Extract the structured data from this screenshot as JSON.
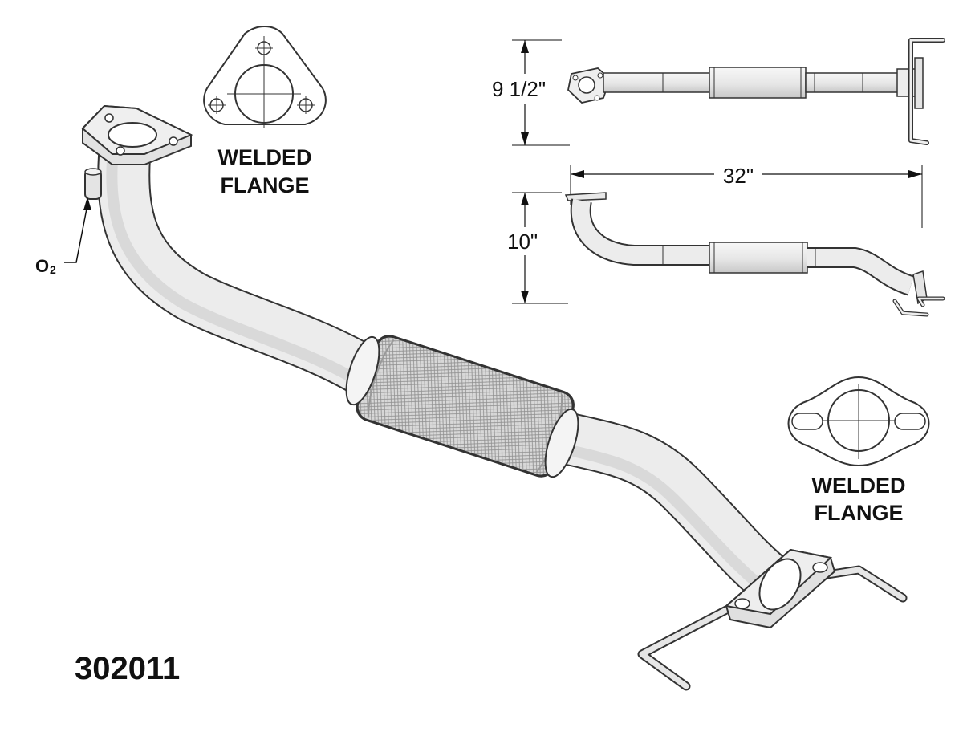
{
  "part_number": "302011",
  "callouts": {
    "inlet_flange_line1": "WELDED",
    "inlet_flange_line2": "FLANGE",
    "outlet_flange_line1": "WELDED",
    "outlet_flange_line2": "FLANGE",
    "o2_sensor": "O",
    "o2_subscript": "2"
  },
  "dimensions": {
    "top_view_height": "9 1/2\"",
    "side_view_height": "10\"",
    "overall_length": "32\""
  },
  "colors": {
    "line": "#222222",
    "pipe_fill": "#eeeeee",
    "pipe_shade": "#cfcfcf",
    "flex_mesh": "#bdbdbd"
  }
}
